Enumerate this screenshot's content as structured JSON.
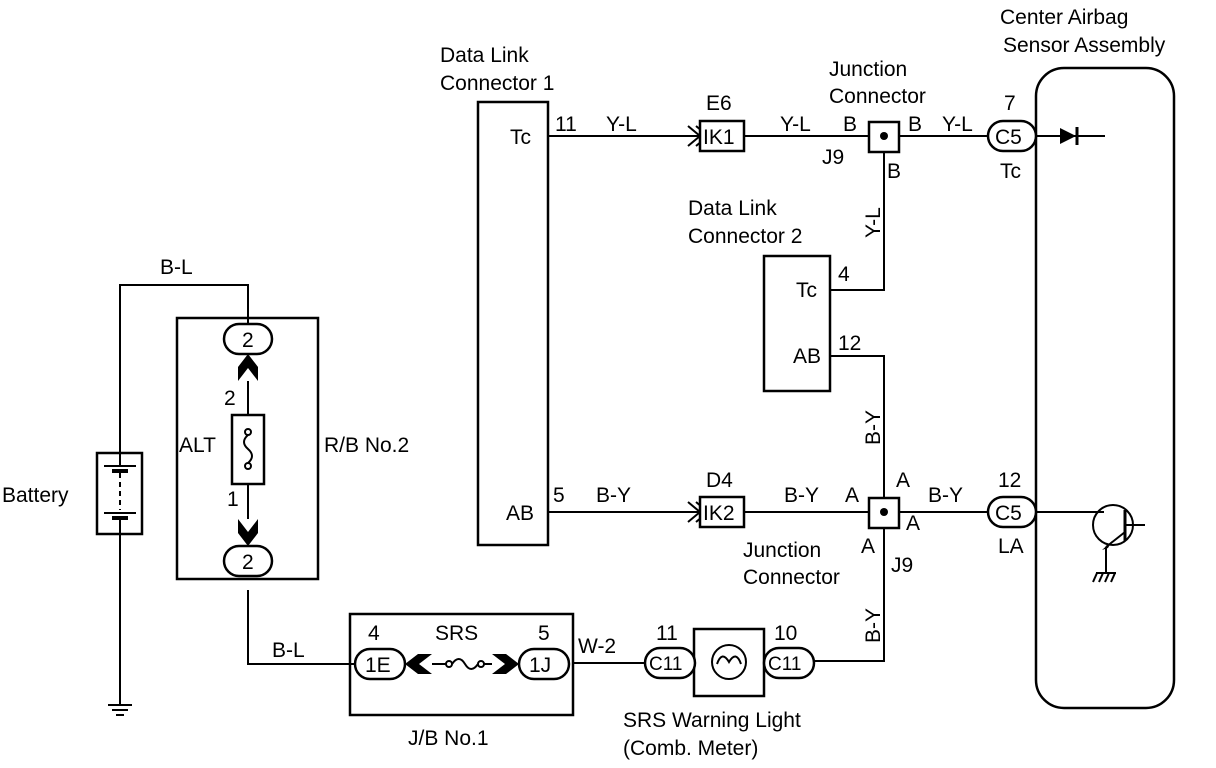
{
  "labels": {
    "center_airbag_line1": "Center Airbag",
    "center_airbag_line2": "Sensor Assembly",
    "dlc1_line1": "Data Link",
    "dlc1_line2": "Connector 1",
    "dlc2_line1": "Data Link",
    "dlc2_line2": "Connector 2",
    "junction_top_line1": "Junction",
    "junction_top_line2": "Connector",
    "junction_bottom_line1": "Junction",
    "junction_bottom_line2": "Connector",
    "battery": "Battery",
    "rb": "R/B No.2",
    "alt": "ALT",
    "jb": "J/B No.1",
    "srs": "SRS",
    "srs_warning_line1": "SRS Warning Light",
    "srs_warning_line2": "(Comb. Meter)"
  },
  "wires": {
    "y_l": "Y-L",
    "b_y": "B-Y",
    "b_l": "B-L",
    "w_2": "W-2"
  },
  "connectors": {
    "ik1": "IK1",
    "ik2": "IK2",
    "e6": "E6",
    "d4": "D4",
    "c5": "C5",
    "c11": "C11",
    "j9": "J9",
    "one_e": "1E",
    "one_j": "1J",
    "two": "2"
  },
  "terminals": {
    "tc": "Tc",
    "ab": "AB",
    "la": "LA",
    "b": "B",
    "a": "A",
    "n11": "11",
    "n5": "5",
    "n4": "4",
    "n12": "12",
    "n7": "7",
    "n10": "10",
    "n2": "2",
    "n1": "1"
  }
}
